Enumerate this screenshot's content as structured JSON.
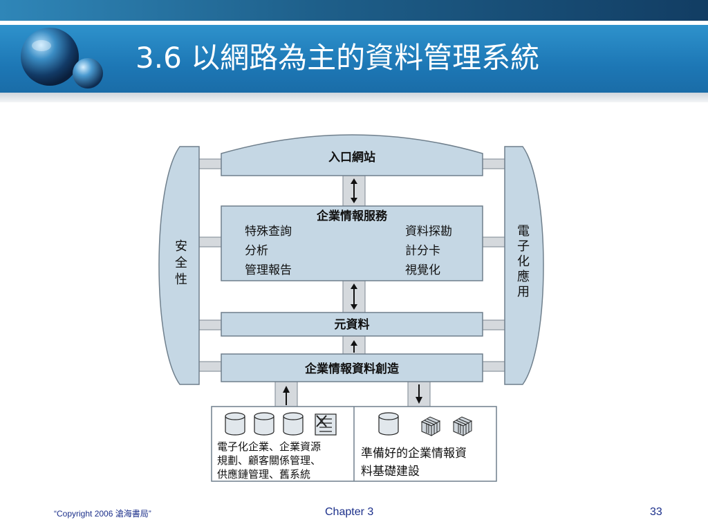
{
  "slide": {
    "title": "3.6 以網路為主的資料管理系統",
    "footer": {
      "copyright": "“Copyright 2006 滄海書局”",
      "chapter": "Chapter 3",
      "page": "33"
    }
  },
  "diagram": {
    "portal": "入口網站",
    "bi_services": {
      "title": "企業情報服務",
      "left_items": [
        "特殊查詢",
        "分析",
        "管理報告"
      ],
      "right_items": [
        "資料探勘",
        "計分卡",
        "視覺化"
      ]
    },
    "metadata": "元資料",
    "bi_data_creation": "企業情報資料創造",
    "left_pillar": [
      "安",
      "全",
      "性"
    ],
    "right_pillar": [
      "電",
      "子",
      "化",
      "應",
      "用"
    ],
    "source_left_lines": [
      "電子化企業、企業資源",
      "規劃、顧客關係管理、",
      "供應鏈管理、舊系統"
    ],
    "source_right_lines": [
      "準備好的企業情報資",
      "料基礎建設"
    ]
  },
  "colors": {
    "box_fill": "#c5d7e4",
    "box_stroke": "#6f7f8c",
    "connector": "#d5d9dd",
    "title_blue": "#1d77b5",
    "footer_text": "#1b2f8a"
  }
}
